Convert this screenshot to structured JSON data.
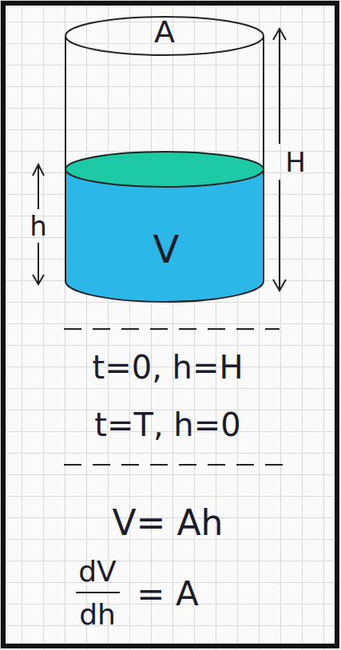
{
  "diagram": {
    "labels": [
      "A",
      "H",
      "h",
      "V",
      "t=0, h=H",
      "t=T, h=0",
      "V= Ah",
      "dV",
      "dh",
      "= A"
    ]
  }
}
